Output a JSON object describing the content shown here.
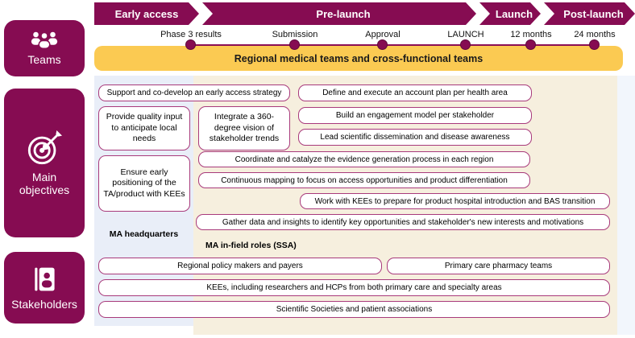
{
  "phases": [
    "Early access",
    "Pre-launch",
    "Launch",
    "Post-launch"
  ],
  "timeline": {
    "milestones": [
      "Phase 3 results",
      "Submission",
      "Approval",
      "LAUNCH",
      "12 months",
      "24 months"
    ]
  },
  "banner": {
    "label": "Regional medical teams and cross-functional teams"
  },
  "sidebar": {
    "teams": {
      "label": "Teams",
      "icon": "people-group-icon"
    },
    "objectives": {
      "label": "Main objectives",
      "icon": "target-icon"
    },
    "stakeholders": {
      "label": "Stakeholders",
      "icon": "contact-book-icon"
    }
  },
  "columns": {
    "hq_label": "MA headquarters",
    "infield_label": "MA in-field roles (SSA)"
  },
  "objectives": {
    "support": "Support and co-develop an early access strategy",
    "account_plan": "Define and execute an account plan per health area",
    "quality_input": "Provide quality input to anticipate local needs",
    "vision_360": "Integrate a 360-degree vision of stakeholder trends",
    "engagement_model": "Build an engagement model per stakeholder",
    "dissemination": "Lead scientific dissemination and disease awareness",
    "evidence_generation": "Coordinate and catalyze the evidence generation process in each region",
    "continuous_mapping": "Continuous mapping to focus on access opportunities and product differentiation",
    "early_positioning": "Ensure early positioning of the TA/product with KEEs",
    "kees_hospital": "Work with KEEs to prepare for product hospital introduction and BAS transition",
    "gather_insights": "Gather data and insights to identify key opportunities and stakeholder's new interests and motivations"
  },
  "stakeholders": {
    "policy_makers": "Regional policy makers and payers",
    "pharmacy_teams": "Primary care pharmacy teams",
    "kees": "KEEs, including researchers and HCPs from both primary care and specialty areas",
    "societies": "Scientific Societies and patient associations"
  },
  "colors": {
    "primary": "#860C52",
    "box_border": "#A83A7B",
    "banner_bg": "#FBCA52",
    "hq_panel": "#E9EEF8",
    "infield_panel": "#F6EFDE"
  }
}
